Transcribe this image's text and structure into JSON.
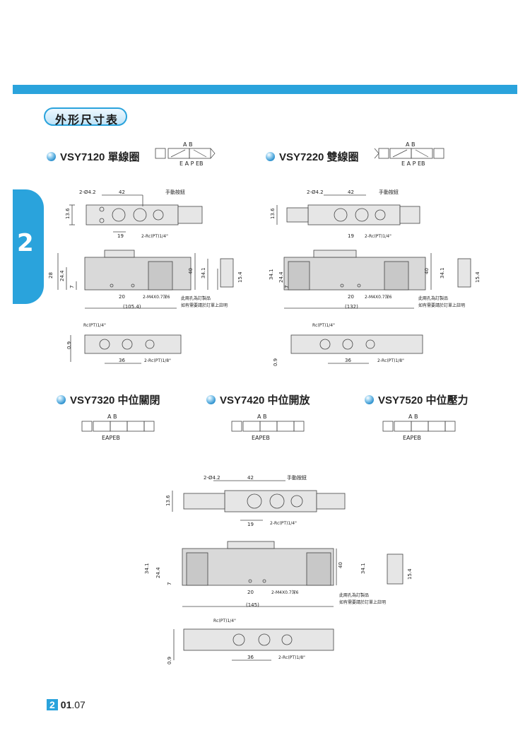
{
  "section_title": "外形尺寸表",
  "side_tab": "2",
  "page": {
    "chapter": "2",
    "number": "01",
    "suffix": ".07"
  },
  "ports": {
    "top": "A B",
    "bottom": "E A P EB",
    "bottom_center": "EAPEB"
  },
  "models": [
    {
      "name": "VSY7120 單線圈"
    },
    {
      "name": "VSY7220 雙線圈"
    },
    {
      "name": "VSY7320 中位關閉"
    },
    {
      "name": "VSY7420 中位開放"
    },
    {
      "name": "VSY7520 中位壓力"
    }
  ],
  "dims": {
    "hole": "2-Ø4.2",
    "d42": "42",
    "manual": "手動按鈕",
    "d136": "13.6",
    "d19": "19",
    "rc14_2": "2-Rc(PT)1/4\"",
    "d28": "28",
    "d244": "24.4",
    "d7": "7",
    "d40": "40",
    "d341": "34.1",
    "d154": "15.4",
    "d20": "20",
    "m4": "2-M4X0.7深6",
    "len1": "(105.4)",
    "len2": "(132)",
    "len3": "(145)",
    "note1": "此兩孔為訂製品",
    "note2": "如有需要請於訂單上註明",
    "rc14": "Rc(PT)1/4\"",
    "d09": "0.9",
    "d36": "36",
    "rc18": "2-Rc(PT)1/8\""
  }
}
